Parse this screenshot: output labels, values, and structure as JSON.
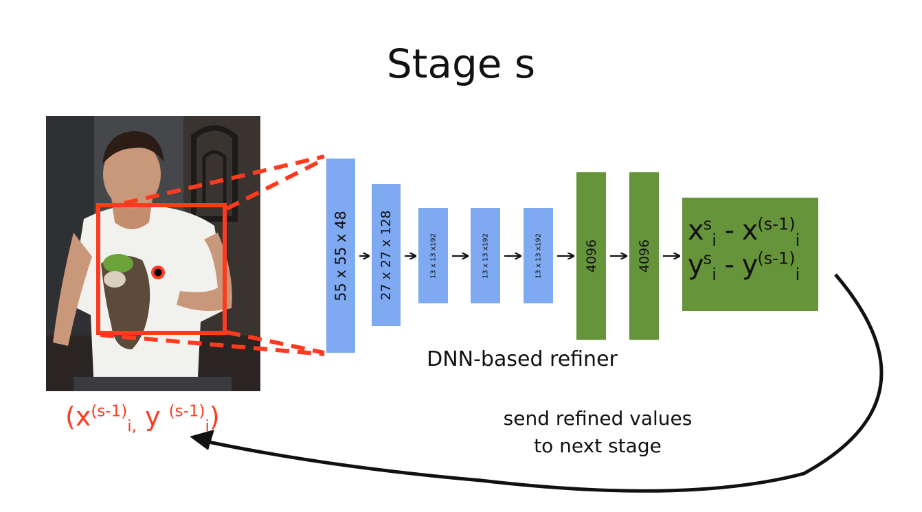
{
  "title": "Stage s",
  "layers": [
    {
      "label": "55 x 55 x 48",
      "color": "#7fa9f0"
    },
    {
      "label": "27 x 27 x 128",
      "color": "#7fa9f0"
    },
    {
      "label": "13 x 13 x192",
      "color": "#7fa9f0"
    },
    {
      "label": "13 x 13 x192",
      "color": "#7fa9f0"
    },
    {
      "label": "13 x 13 x192",
      "color": "#7fa9f0"
    },
    {
      "label": "4096",
      "color": "#66943a"
    },
    {
      "label": "4096",
      "color": "#66943a"
    }
  ],
  "output": {
    "line1": {
      "a": "x",
      "a_sup": "s",
      "a_sub": "i",
      "op": " - ",
      "b": "x",
      "b_sup": "(s-1)",
      "b_sub": "i"
    },
    "line2": {
      "a": "y",
      "a_sup": "s",
      "a_sub": "i",
      "op": " - ",
      "b": "y",
      "b_sup": "(s-1)",
      "b_sub": "i"
    }
  },
  "caption": "DNN-based refiner",
  "input_coord": {
    "open": "(",
    "x": "x",
    "x_sup": "(s-1)",
    "x_sub": "i,",
    "y": " y ",
    "y_sup": "(s-1)",
    "y_sub": "i",
    "close": ")"
  },
  "feedback_note": {
    "line1": "send refined values",
    "line2": "to next stage"
  },
  "colors": {
    "crop": "#ff3b1f",
    "blue_layer": "#7fa9f0",
    "green_layer": "#66943a",
    "arrow": "#111111"
  }
}
